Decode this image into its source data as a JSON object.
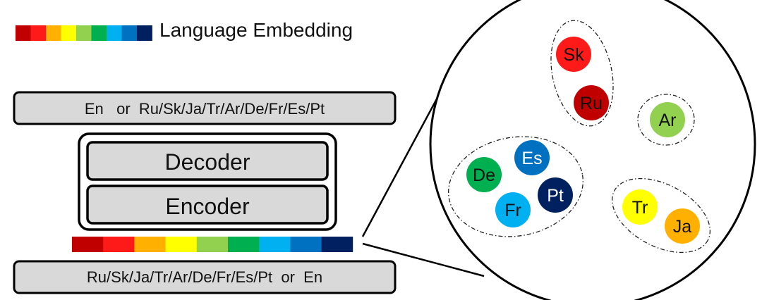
{
  "legend": {
    "label": "Language Embedding",
    "colors": [
      "#c00000",
      "#ff1a1a",
      "#ffb000",
      "#ffff00",
      "#92d050",
      "#00b050",
      "#00b0f0",
      "#0070c0",
      "#002060"
    ]
  },
  "output_box": {
    "text": "En   or  Ru/Sk/Ja/Tr/Ar/De/Fr/Es/Pt"
  },
  "model": {
    "decoder_label": "Decoder",
    "encoder_label": "Encoder"
  },
  "embedding_bar": {
    "colors": [
      "#c00000",
      "#ff1a1a",
      "#ffb000",
      "#ffff00",
      "#92d050",
      "#00b050",
      "#00b0f0",
      "#0070c0",
      "#002060"
    ]
  },
  "input_box": {
    "text": "Ru/Sk/Ja/Tr/Ar/De/Fr/Es/Pt  or  En"
  },
  "embedding_space": {
    "languages": [
      {
        "code": "Sk",
        "color": "#ff1a1a",
        "text_color": "#111111"
      },
      {
        "code": "Ru",
        "color": "#c00000",
        "text_color": "#111111"
      },
      {
        "code": "Ar",
        "color": "#92d050",
        "text_color": "#111111"
      },
      {
        "code": "Es",
        "color": "#0070c0",
        "text_color": "#ffffff"
      },
      {
        "code": "De",
        "color": "#00b050",
        "text_color": "#111111"
      },
      {
        "code": "Pt",
        "color": "#002060",
        "text_color": "#ffffff"
      },
      {
        "code": "Fr",
        "color": "#00b0f0",
        "text_color": "#111111"
      },
      {
        "code": "Tr",
        "color": "#ffff00",
        "text_color": "#111111"
      },
      {
        "code": "Ja",
        "color": "#ffb000",
        "text_color": "#111111"
      }
    ]
  }
}
